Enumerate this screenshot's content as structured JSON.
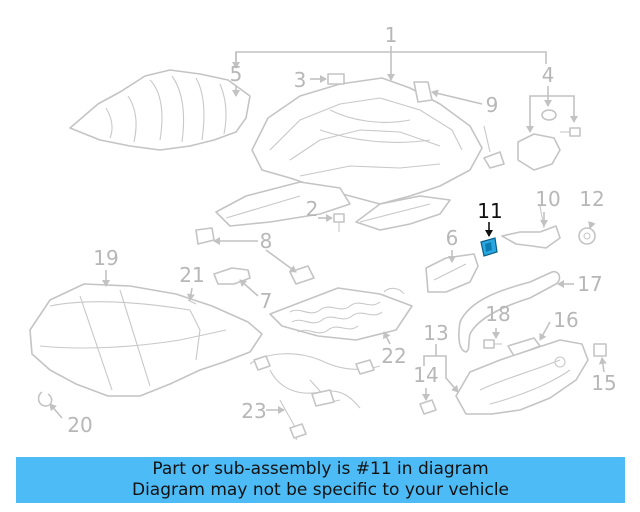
{
  "callouts": [
    {
      "id": "1",
      "text": "1"
    },
    {
      "id": "2",
      "text": "2"
    },
    {
      "id": "3",
      "text": "3"
    },
    {
      "id": "4",
      "text": "4"
    },
    {
      "id": "5",
      "text": "5"
    },
    {
      "id": "6",
      "text": "6"
    },
    {
      "id": "7",
      "text": "7"
    },
    {
      "id": "8",
      "text": "8"
    },
    {
      "id": "9",
      "text": "9"
    },
    {
      "id": "10",
      "text": "10"
    },
    {
      "id": "11",
      "text": "11"
    },
    {
      "id": "12",
      "text": "12"
    },
    {
      "id": "13",
      "text": "13"
    },
    {
      "id": "14",
      "text": "14"
    },
    {
      "id": "15",
      "text": "15"
    },
    {
      "id": "16",
      "text": "16"
    },
    {
      "id": "17",
      "text": "17"
    },
    {
      "id": "18",
      "text": "18"
    },
    {
      "id": "19",
      "text": "19"
    },
    {
      "id": "20",
      "text": "20"
    },
    {
      "id": "21",
      "text": "21"
    },
    {
      "id": "22",
      "text": "22"
    },
    {
      "id": "23",
      "text": "23"
    }
  ],
  "highlighted_part": "11",
  "colors": {
    "banner": "#4dbbf5",
    "highlight_part": "#2aa7e0",
    "line_art": "#c4c4c4"
  },
  "banner": {
    "line1": "Part or sub-assembly is #11 in diagram",
    "line2": "Diagram may not be specific to your vehicle"
  }
}
